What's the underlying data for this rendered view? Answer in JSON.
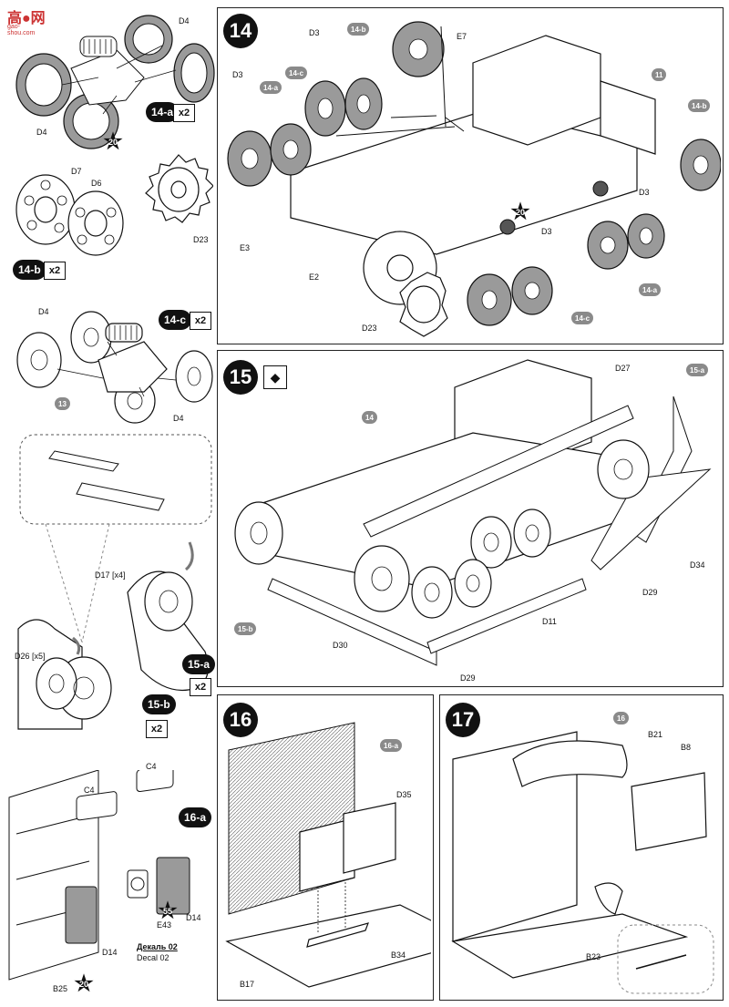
{
  "watermark": {
    "text": "高●网",
    "url": "gao-shou.com"
  },
  "steps": {
    "s14": {
      "number": "14"
    },
    "s15": {
      "number": "15"
    },
    "s16": {
      "number": "16"
    },
    "s17": {
      "number": "17"
    }
  },
  "subassemblies": {
    "a14a": {
      "badge": "14-a",
      "mult": "x2"
    },
    "a14b": {
      "badge": "14-b",
      "mult": "x2"
    },
    "a14c": {
      "badge": "14-c",
      "mult": "x2"
    },
    "a15a": {
      "badge": "15-a",
      "mult": "x2"
    },
    "a15b": {
      "badge": "15-b",
      "mult": "x2"
    },
    "a16a": {
      "badge": "16-a"
    }
  },
  "labels": {
    "d4": "D4",
    "d3": "D3",
    "d7": "D7",
    "d6": "D6",
    "d23": "D23",
    "e3": "E3",
    "e2": "E2",
    "e7": "E7",
    "d17": "D17 [x4]",
    "d26": "D26 [x5]",
    "d27": "D27",
    "d34": "D34",
    "d29": "D29",
    "d11": "D11",
    "d30": "D30",
    "d35": "D35",
    "b34": "B34",
    "b17": "B17",
    "b21": "B21",
    "b8": "B8",
    "b23": "B23",
    "c4": "C4",
    "d14": "D14",
    "e43": "E43",
    "b25": "B25",
    "decal_ru": "Декаль 02",
    "decal_en": "Decal 02"
  },
  "badges": {
    "g14a": "14-a",
    "g14b": "14-b",
    "g14c": "14-c",
    "g11": "11",
    "g13": "13",
    "g14": "14",
    "g15a": "15-a",
    "g15b": "15-b",
    "g16a": "16-a",
    "g16": "16"
  },
  "paint_refs": {
    "r20": "20",
    "r55": "55"
  },
  "colors": {
    "ink": "#111111",
    "wheel_gray": "#9a9a9a",
    "panel_border": "#222222"
  }
}
